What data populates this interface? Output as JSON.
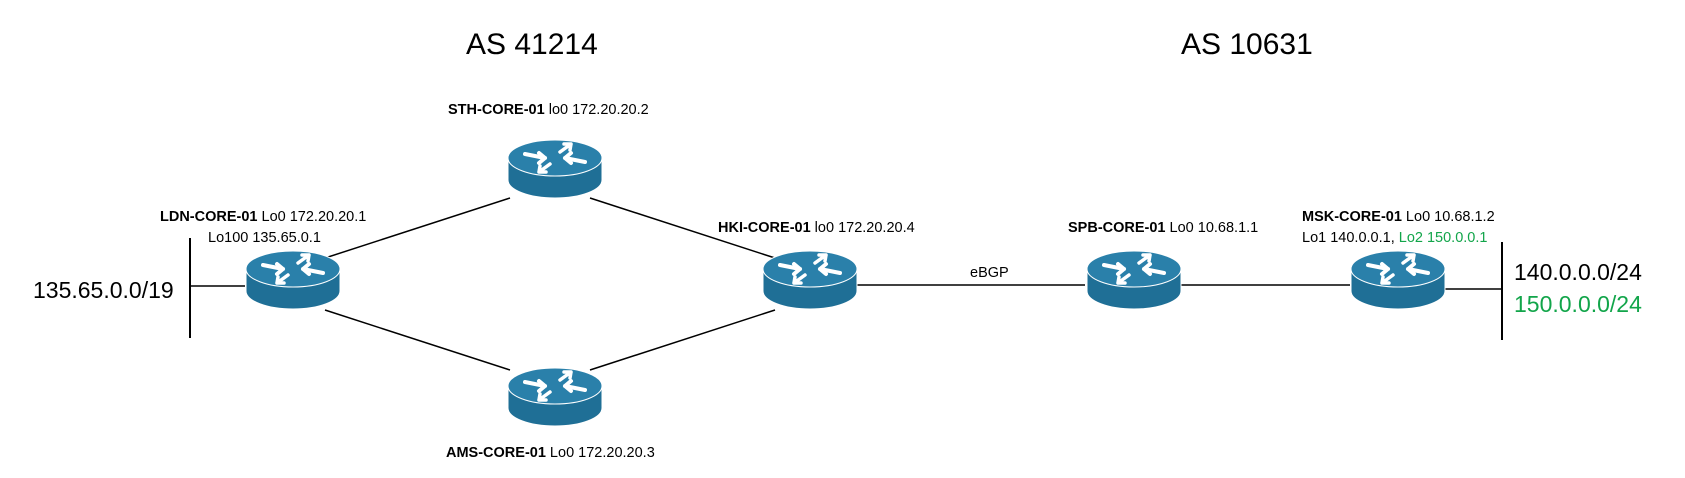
{
  "as_left": "AS 41214",
  "as_right": "AS 10631",
  "routers": {
    "sth": {
      "name": "STH-CORE-01",
      "addr": " lo0 172.20.20.2"
    },
    "ldn": {
      "name": "LDN-CORE-01",
      "addr": " Lo0 172.20.20.1",
      "addr2": "Lo100 135.65.0.1"
    },
    "ams": {
      "name": "AMS-CORE-01",
      "addr": " Lo0 172.20.20.3"
    },
    "hki": {
      "name": "HKI-CORE-01",
      "addr": " lo0 172.20.20.4"
    },
    "spb": {
      "name": "SPB-CORE-01",
      "addr": " Lo0 10.68.1.1"
    },
    "msk": {
      "name": "MSK-CORE-01",
      "addr": " Lo0 10.68.1.2",
      "addr2a": "Lo1 140.0.0.1, ",
      "addr2b": "Lo2 150.0.0.1"
    }
  },
  "link_label": "eBGP",
  "networks": {
    "left": "135.65.0.0/19",
    "right1": "140.0.0.0/24",
    "right2": "150.0.0.0/24"
  },
  "colors": {
    "router": "#1f6f96",
    "router_top": "#2a80aa",
    "highlight": "#12a54a"
  }
}
